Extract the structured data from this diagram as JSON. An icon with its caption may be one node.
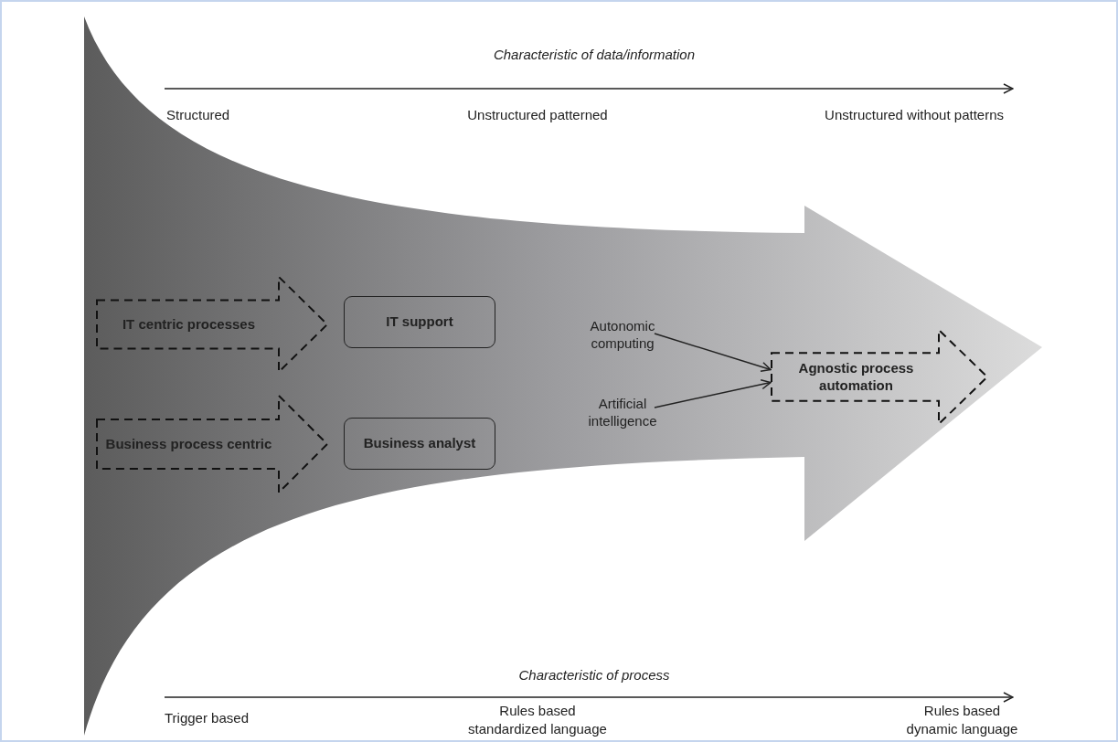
{
  "diagram": {
    "nodes": [
      {
        "text": [
          "IT centric processes"
        ]
      },
      {
        "text": [
          "IT support"
        ]
      },
      {
        "text": [
          "Business process centric"
        ]
      },
      {
        "text": [
          "Business analyst"
        ]
      },
      {
        "text": [
          "Autonomic computing"
        ]
      },
      {
        "text": [
          "Artificial intelligence"
        ]
      },
      {
        "text": [
          "Agnostic process automation"
        ]
      }
    ],
    "edges": [
      {
        "from": 4,
        "to": 6,
        "arrow": "to"
      },
      {
        "from": 5,
        "to": 6,
        "arrow": "to"
      }
    ],
    "labels": [
      "Characteristic of data/information",
      "Structured",
      "Unstructured patterned",
      "Unstructured without patterns",
      "Characteristic of process",
      "Trigger based",
      "Rules based standardized language",
      "Rules based dynamic language"
    ]
  }
}
